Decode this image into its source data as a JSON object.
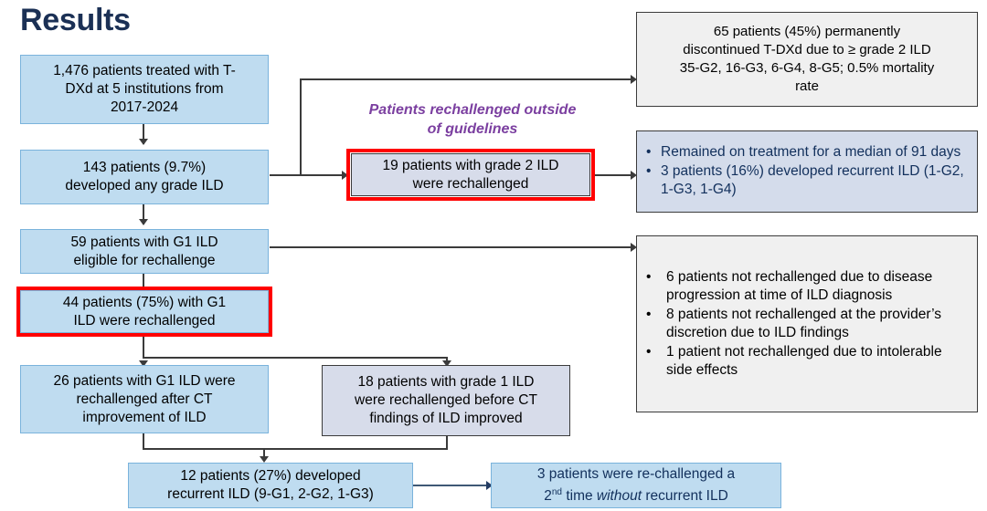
{
  "title": "Results",
  "colors": {
    "title": "#1b3055",
    "box_blue_fill": "#bfdcf0",
    "box_blue_border": "#7ab3dc",
    "box_lavender_fill": "#d7dcea",
    "box_gray_fill": "#f0f0f0",
    "emphasis_outline": "#ff0000",
    "label_purple": "#7b3fa0",
    "navy_text": "#12305c",
    "connector": "#3b3b3b"
  },
  "label_rechallenged": {
    "line1": "Patients rechallenged outside",
    "line2": "of guidelines"
  },
  "boxes": {
    "cohort": {
      "line1": "1,476 patients treated with T-",
      "line2": "DXd at 5 institutions from",
      "line3": "2017-2024"
    },
    "any_grade_ild": {
      "line1": "143 patients (9.7%)",
      "line2": "developed any grade ILD"
    },
    "g1_eligible": {
      "line1": "59 patients with G1 ILD",
      "line2": "eligible for rechallenge"
    },
    "g1_rechallenged": {
      "line1": "44 patients (75%) with G1",
      "line2": "ILD were rechallenged"
    },
    "g1_after_ct": {
      "line1": "26 patients with G1 ILD were",
      "line2": "rechallenged after CT",
      "line3": "improvement of ILD"
    },
    "g1_before_ct": {
      "line1": "18 patients with grade 1 ILD",
      "line2": "were rechallenged before CT",
      "line3": "findings of ILD improved"
    },
    "recurrent_ild": {
      "line1": "12 patients (27%) developed",
      "line2": "recurrent ILD (9-G1, 2-G2, 1-G3)"
    },
    "second_rechallenge": {
      "line1": "3 patients were re-challenged a",
      "line2_pre": "2",
      "line2_sup": "nd",
      "line2_mid": " time ",
      "line2_ital": "without",
      "line2_post": " recurrent ILD"
    },
    "g2_rechallenged": {
      "line1": "19 patients with grade 2 ILD",
      "line2": "were rechallenged"
    },
    "discontinued": {
      "line1": "65 patients (45%) permanently",
      "line2": "discontinued T-DXd due to ≥ grade 2 ILD",
      "line3": "35-G2, 16-G3, 6-G4, 8-G5; 0.5% mortality",
      "line4": "rate"
    },
    "g2_outcomes": {
      "bullets": [
        "Remained on treatment for a median of 91 days",
        "3 patients (16%) developed recurrent ILD (1-G2, 1-G3, 1-G4)"
      ]
    },
    "not_rechallenged": {
      "bullets": [
        "6 patients not rechallenged due to disease progression at time of ILD diagnosis",
        "8 patients not rechallenged at the provider’s discretion due to ILD findings",
        "1 patient not rechallenged due to intolerable side effects"
      ]
    }
  }
}
